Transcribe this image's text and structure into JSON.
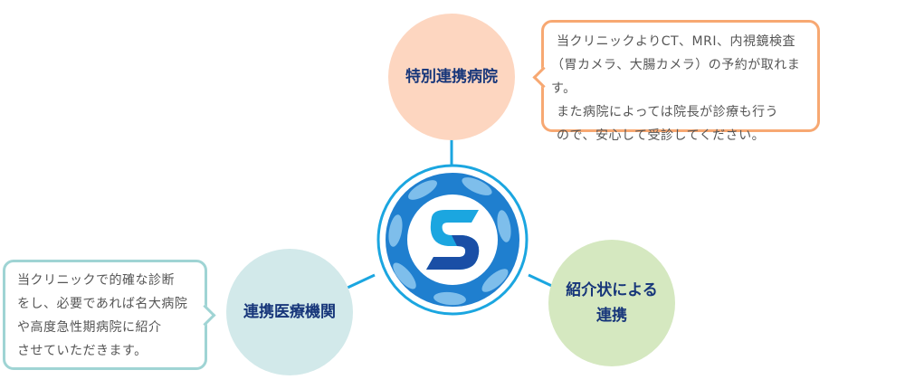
{
  "nodes": {
    "top": {
      "label": "特別連携病院",
      "color": "#fdd6c0"
    },
    "left": {
      "label": "連携医療機関",
      "color": "#d2e9ea"
    },
    "right": {
      "label_line1": "紹介状による",
      "label_line2": "連携",
      "color": "#d5e8c0"
    }
  },
  "bubbles": {
    "top_right": {
      "lines": [
        "当クリニックよりCT、MRI、内視鏡検査",
        "（胃カメラ、大腸カメラ）の予約が取れます。",
        "また病院によっては院長が診療も行う",
        "ので、安心して受診してください。"
      ],
      "border": "#f7a872"
    },
    "left": {
      "lines": [
        "当クリニックで的確な診断",
        "をし、必要であれば名大病院",
        "や高度急性期病院に紹介",
        "させていただきます。"
      ],
      "border": "#9fd4d4"
    }
  },
  "logo": {
    "letter": "S",
    "ring_color": "#1ba6e0"
  }
}
